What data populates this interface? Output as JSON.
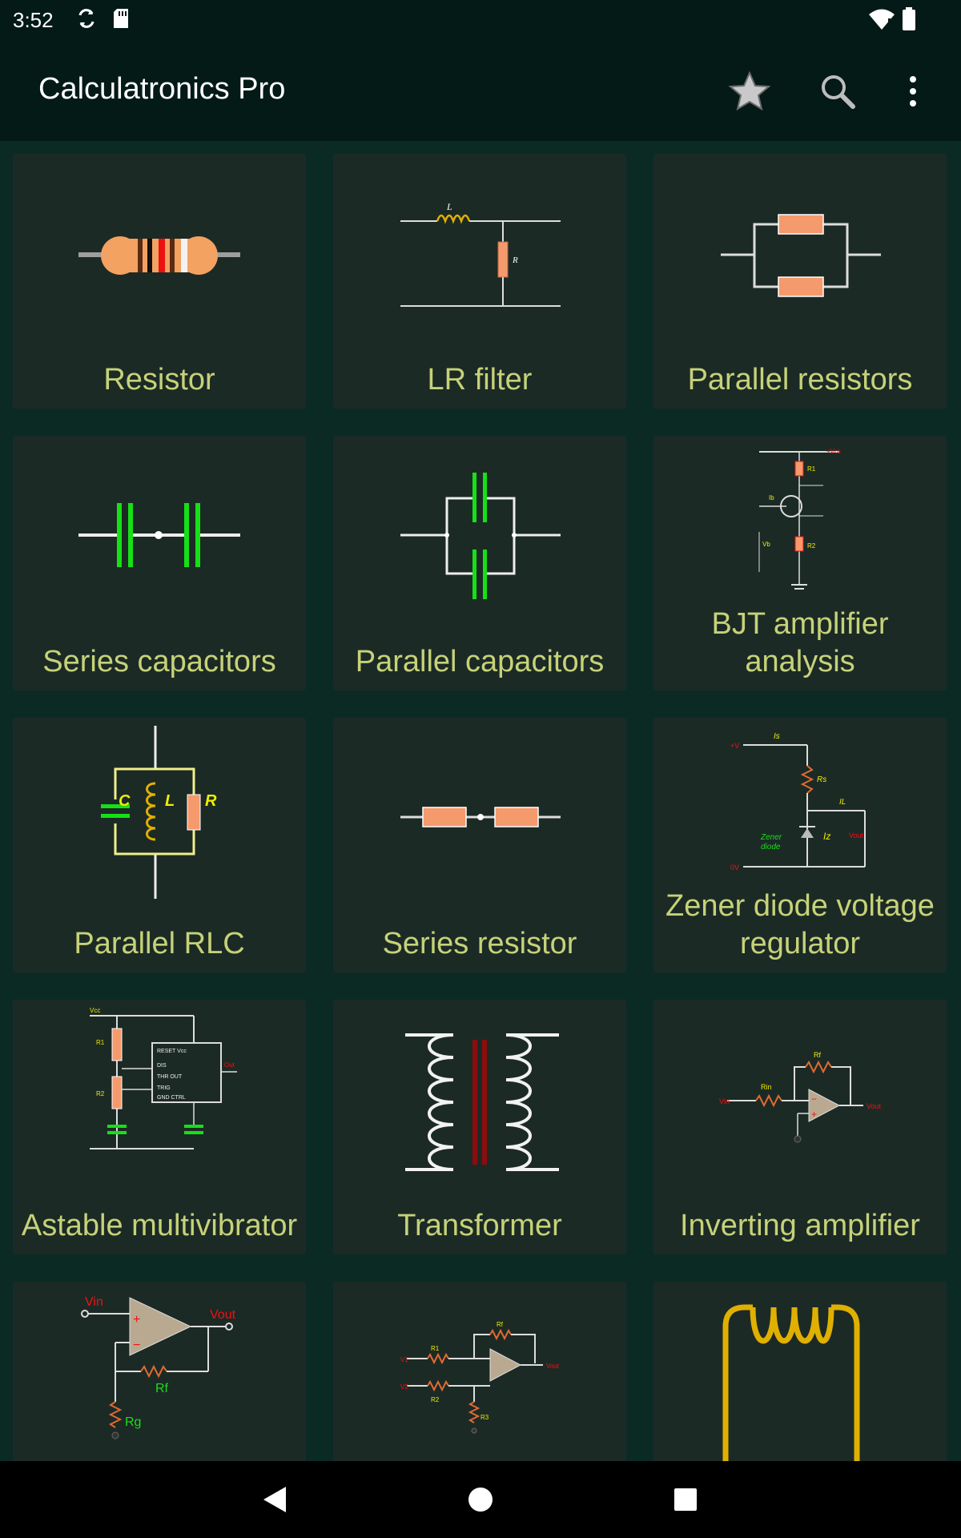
{
  "status_bar": {
    "time": "3:52",
    "icons": [
      "sync-icon",
      "sd-card-icon",
      "wifi-icon",
      "battery-icon"
    ]
  },
  "app_bar": {
    "title": "Calculatronics Pro",
    "actions": [
      "star-icon",
      "search-icon",
      "more-vert-icon"
    ]
  },
  "colors": {
    "app_bar": "#031a17",
    "background": "#0b2a24",
    "tile": "#1c2a26",
    "label": "#c6d278"
  },
  "tiles": [
    {
      "label": "Resistor",
      "icon": "resistor-icon"
    },
    {
      "label": "LR filter",
      "icon": "lr-filter-icon"
    },
    {
      "label": "Parallel resistors",
      "icon": "parallel-resistors-icon"
    },
    {
      "label": "Series capacitors",
      "icon": "series-capacitors-icon"
    },
    {
      "label": "Parallel capacitors",
      "icon": "parallel-capacitors-icon"
    },
    {
      "label": "BJT amplifier analysis",
      "icon": "bjt-amplifier-icon"
    },
    {
      "label": "Parallel RLC",
      "icon": "parallel-rlc-icon"
    },
    {
      "label": "Series resistor",
      "icon": "series-resistor-icon"
    },
    {
      "label": "Zener diode voltage regulator",
      "icon": "zener-diode-icon"
    },
    {
      "label": "Astable multivibrator",
      "icon": "astable-multivibrator-icon"
    },
    {
      "label": "Transformer",
      "icon": "transformer-icon"
    },
    {
      "label": "Inverting amplifier",
      "icon": "inverting-amplifier-icon"
    },
    {
      "label": "",
      "icon": "non-inverting-amplifier-icon"
    },
    {
      "label": "",
      "icon": "summing-amplifier-icon"
    },
    {
      "label": "",
      "icon": "inductor-icon"
    }
  ],
  "nav_bar": {
    "buttons": [
      "back-icon",
      "home-icon",
      "recents-icon"
    ]
  }
}
